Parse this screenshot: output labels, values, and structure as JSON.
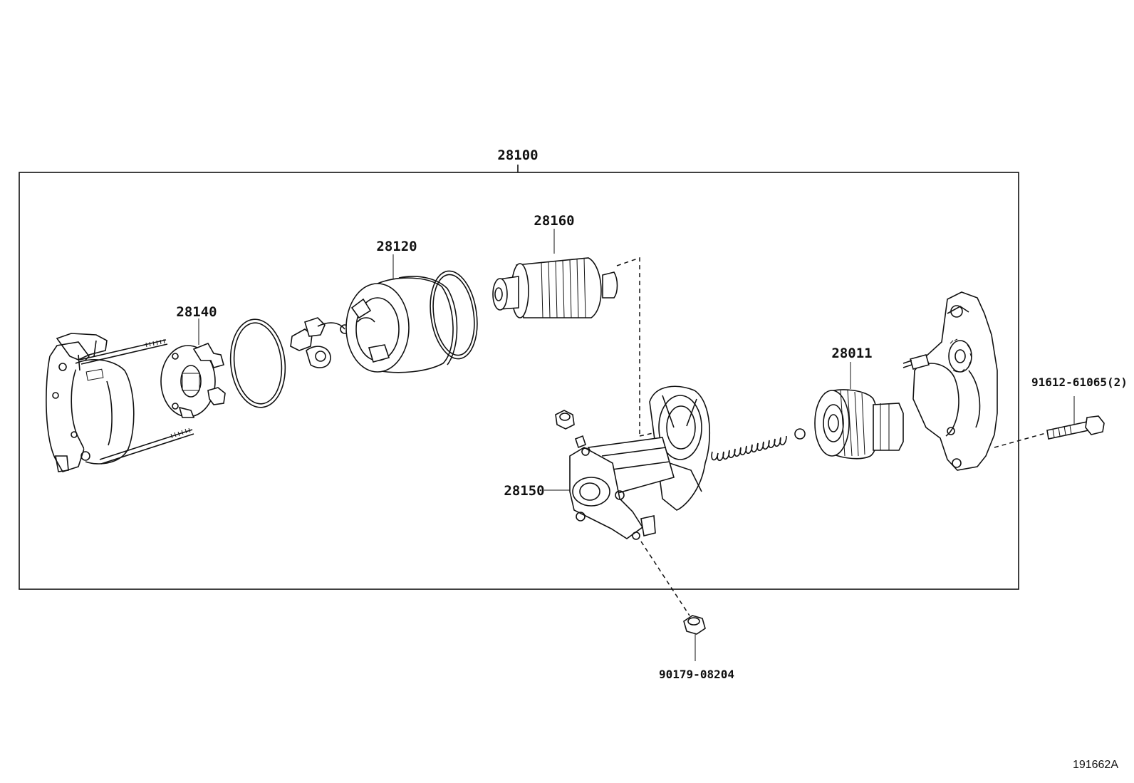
{
  "diagram": {
    "assembly_label": "28100",
    "parts": {
      "p28160": "28160",
      "p28120": "28120",
      "p28140": "28140",
      "p28011": "28011",
      "p28150": "28150",
      "p91612": "91612-61065(2)",
      "p90179": "90179-08204"
    },
    "reference_code": "191662A"
  }
}
